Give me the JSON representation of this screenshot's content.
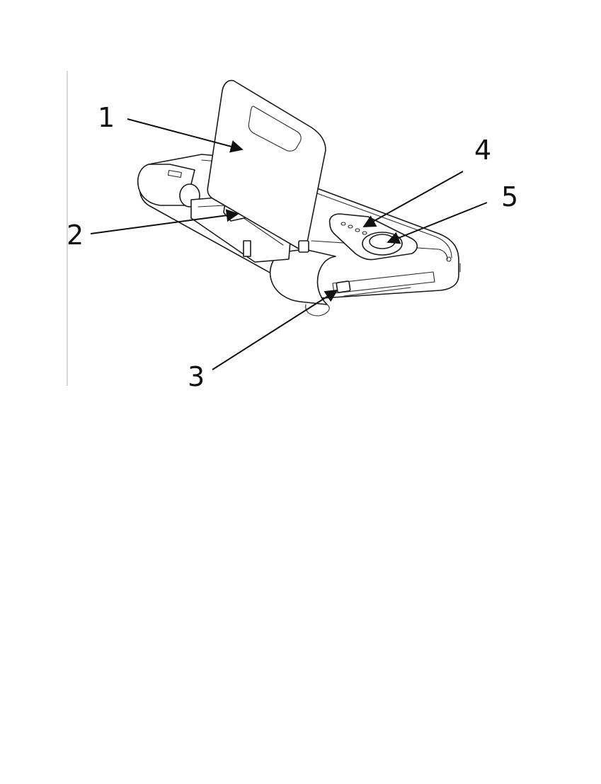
{
  "callouts": [
    {
      "id": "1",
      "label": "1"
    },
    {
      "id": "2",
      "label": "2"
    },
    {
      "id": "3",
      "label": "3"
    },
    {
      "id": "4",
      "label": "4"
    },
    {
      "id": "5",
      "label": "5"
    }
  ],
  "colors": {
    "ink": "#111111",
    "paper": "#ffffff",
    "margin_rule": "#bdbdbd"
  }
}
